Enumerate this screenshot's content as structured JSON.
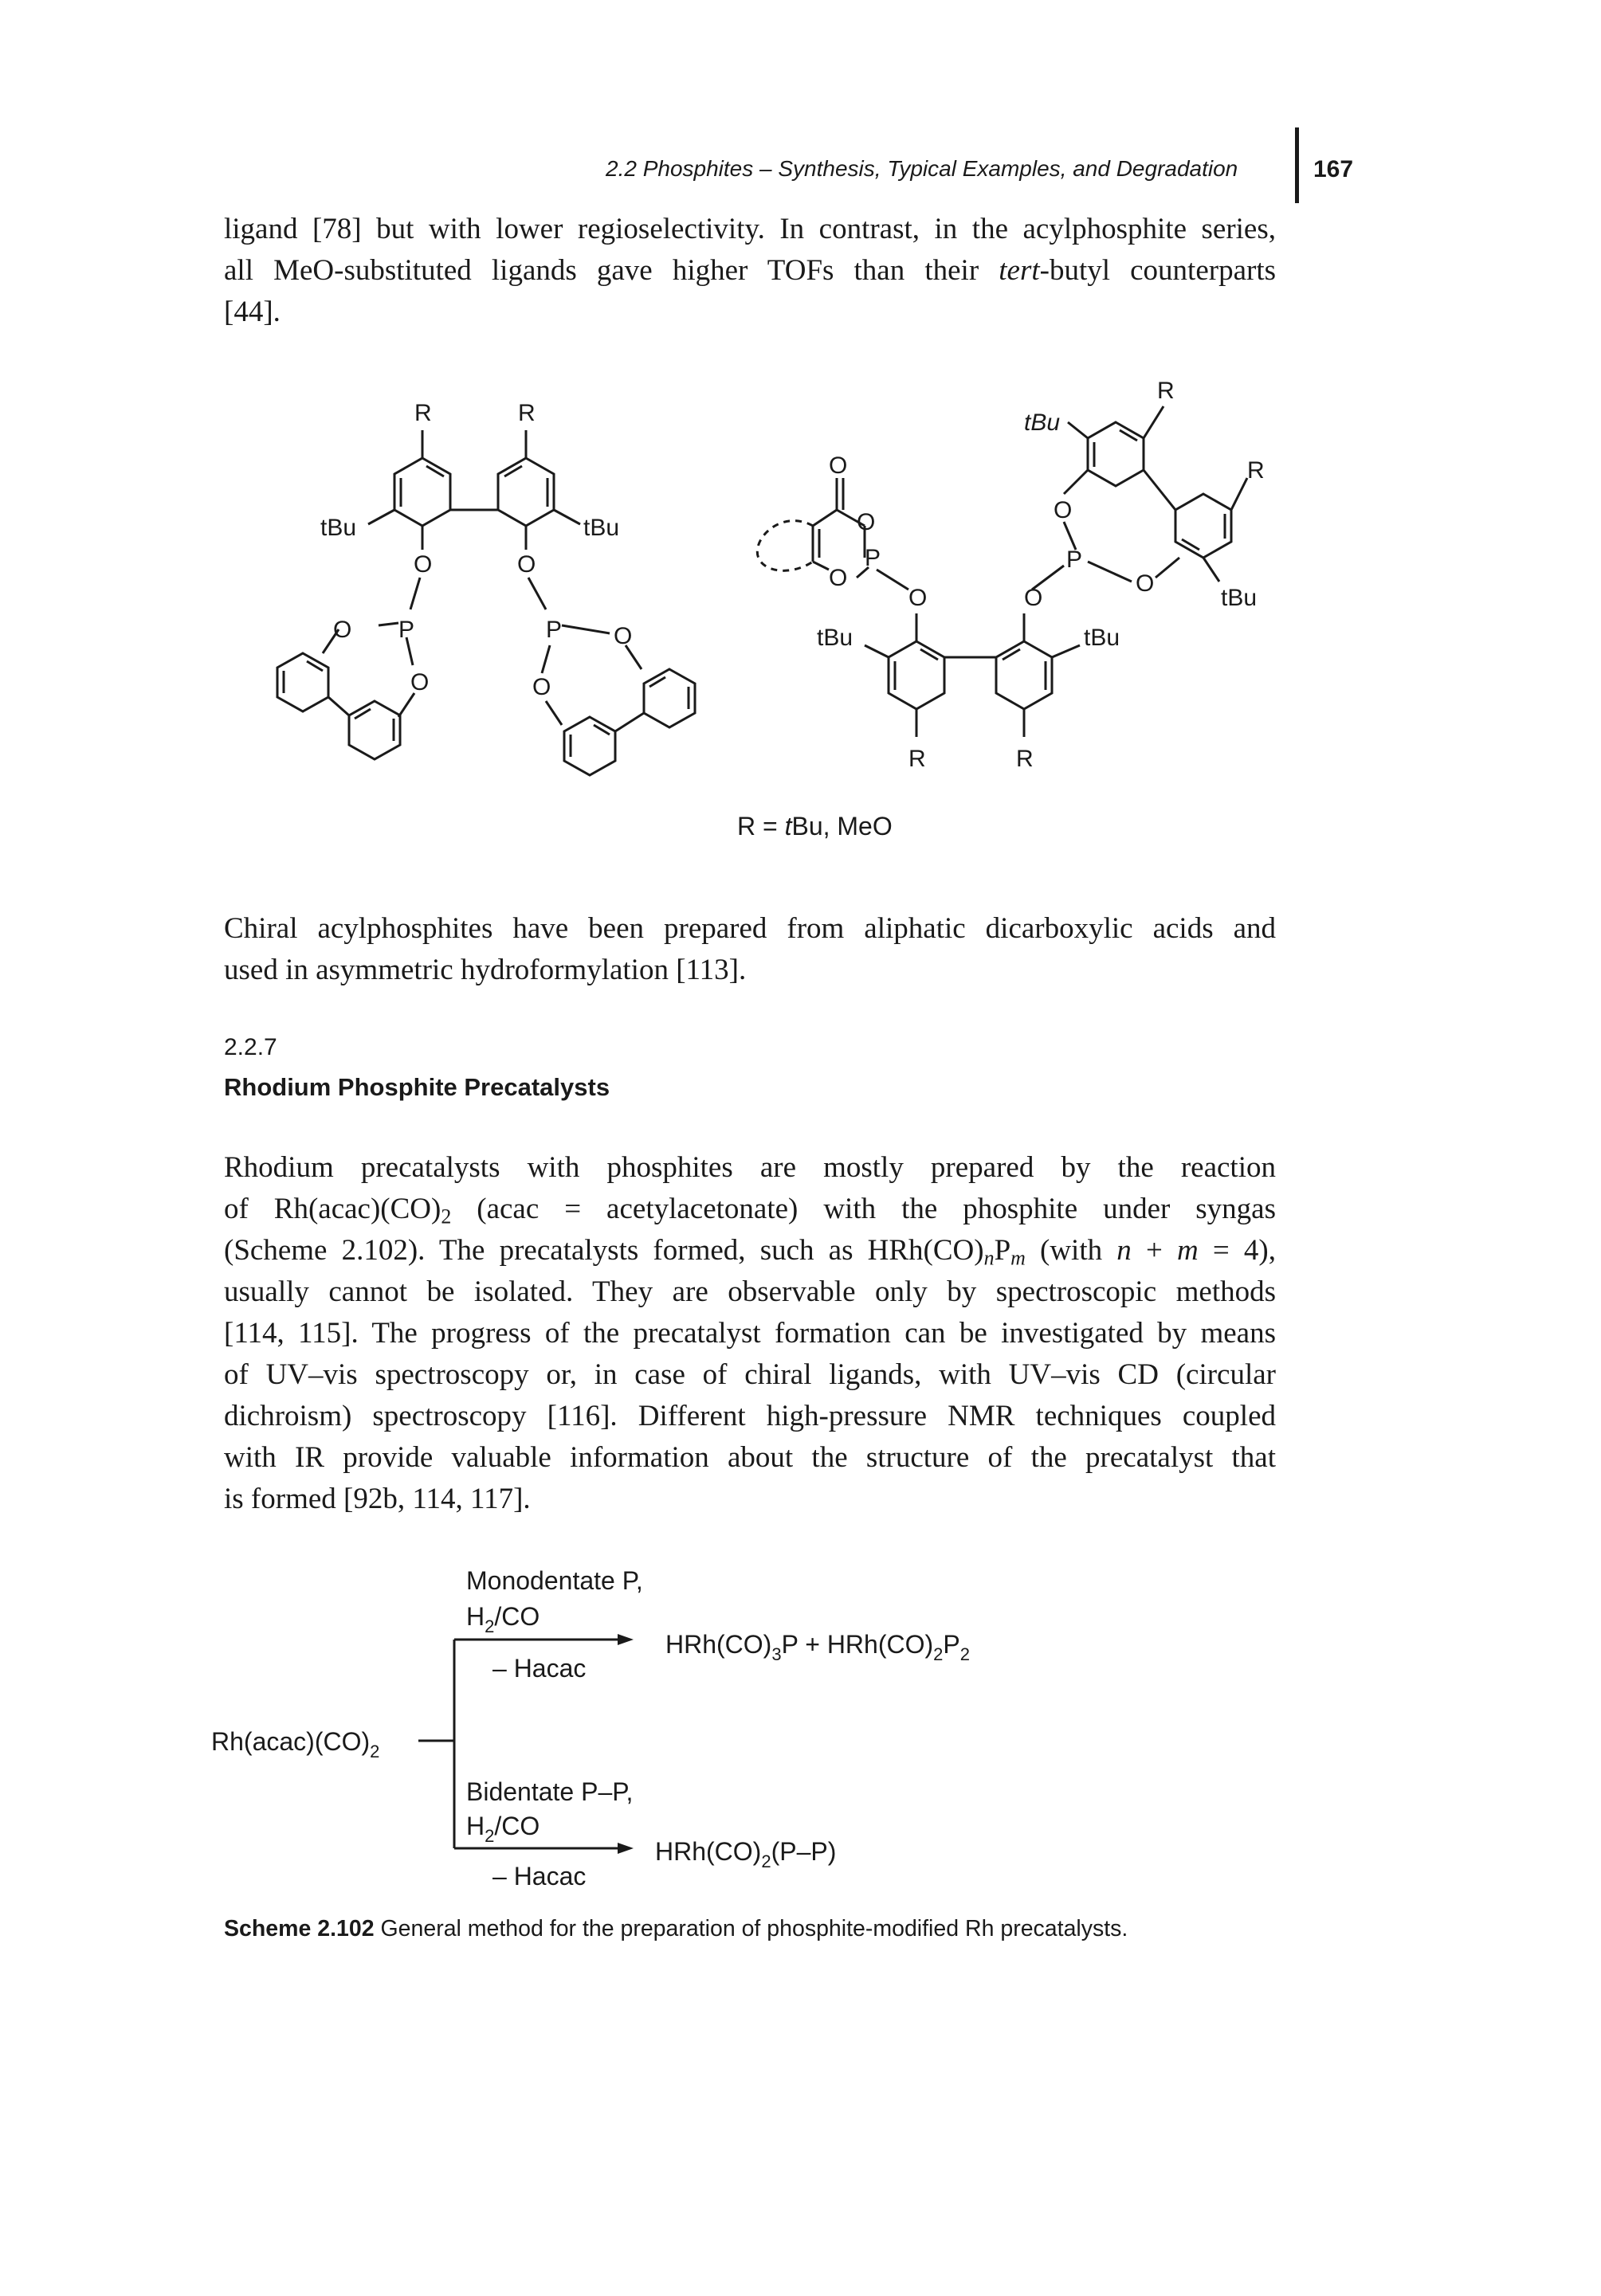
{
  "header": {
    "running_head": "2.2  Phosphites – Synthesis, Typical Examples, and Degradation",
    "page_number": "167"
  },
  "para1": {
    "l1": "ligand [78] but with lower regioselectivity. In contrast, in the acylphosphite series,",
    "l2": "all MeO-substituted ligands gave higher TOFs than their ",
    "l2_italic": "tert",
    "l2_end": "-butyl counterparts",
    "l3": "[44]."
  },
  "structures": {
    "left_R1": "R",
    "left_R2": "R",
    "left_tBu1": "tBu",
    "left_tBu2": "tBu",
    "right_R_top": "R",
    "right_R_right": "R",
    "right_tBu_top": "tBu",
    "right_tBu_right": "tBu",
    "right_tBu_left": "tBu",
    "right_tBu_mid": "tBu",
    "right_R_b1": "R",
    "right_R_b2": "R",
    "O": "O",
    "P": "P",
    "r_def_prefix": "R = ",
    "r_def_italic": "t",
    "r_def_rest": "Bu, MeO"
  },
  "para2": {
    "l1": "Chiral acylphosphites have been prepared from aliphatic dicarboxylic acids and",
    "l2": "used in asymmetric hydroformylation [113]."
  },
  "section": {
    "number": "2.2.7",
    "title": "Rhodium Phosphite Precatalysts"
  },
  "para3": {
    "l1": "Rhodium precatalysts with phosphites are mostly prepared by the reaction",
    "l2a": "of Rh(acac)(CO)",
    "l2sub": "2",
    "l2b": " (acac = acetylacetonate) with the phosphite under syngas",
    "l3a": "(Scheme 2.102). The precatalysts formed, such as HRh(CO)",
    "l3n": "n",
    "l3p": "P",
    "l3m": "m",
    "l3b": " (with ",
    "l3n2": "n",
    "l3c": " + ",
    "l3m2": "m",
    "l3d": " = 4),",
    "l4": "usually cannot be isolated. They are observable only by spectroscopic methods",
    "l5": "[114, 115]. The progress of the precatalyst formation can be investigated by means",
    "l6": "of UV–vis spectroscopy or, in case of chiral ligands, with UV–vis CD (circular",
    "l7": "dichroism) spectroscopy [116]. Different high-pressure NMR techniques coupled",
    "l8": "with IR provide valuable information about the structure of the precatalyst that",
    "l9": "is formed [92b, 114, 117]."
  },
  "scheme": {
    "start": "Rh(acac)(CO)",
    "start_sub": "2",
    "top_cond1": "Monodentate P,",
    "top_cond2a": "H",
    "top_cond2sub": "2",
    "top_cond2b": "/CO",
    "top_below": "– Hacac",
    "top_prod_a": "HRh(CO)",
    "top_prod_sub1": "3",
    "top_prod_b": "P + HRh(CO)",
    "top_prod_sub2": "2",
    "top_prod_c": "P",
    "top_prod_sub3": "2",
    "bot_cond1": "Bidentate P–P,",
    "bot_cond2a": "H",
    "bot_cond2sub": "2",
    "bot_cond2b": "/CO",
    "bot_below": "– Hacac",
    "bot_prod_a": "HRh(CO)",
    "bot_prod_sub": "2",
    "bot_prod_b": "(P–P)"
  },
  "caption": {
    "label": "Scheme 2.102",
    "text": " General method for the preparation of phosphite-modified Rh precatalysts."
  }
}
